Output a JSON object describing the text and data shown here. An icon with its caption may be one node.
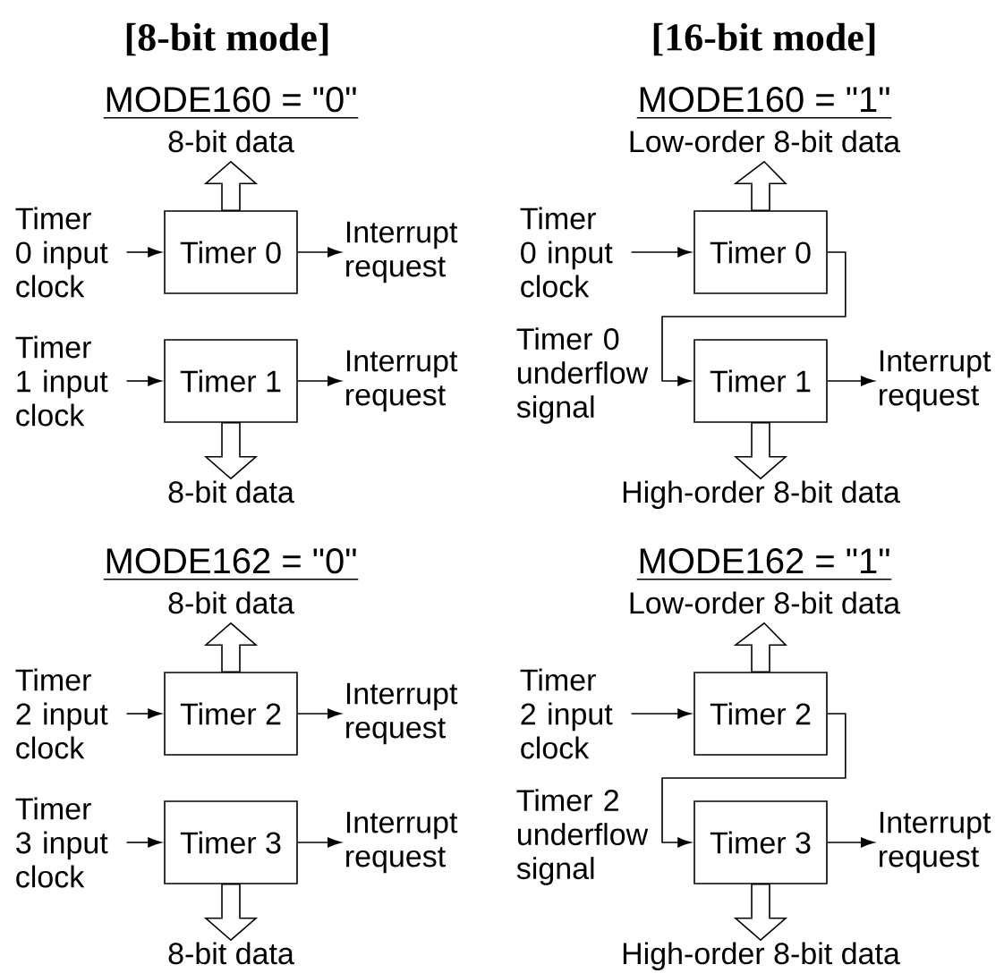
{
  "diagram": {
    "nodes": [
      {
        "text": [
          "8-bit data"
        ]
      },
      {
        "text": [
          "Timer 0 input clock"
        ]
      },
      {
        "text": [
          "Timer 0"
        ]
      },
      {
        "text": [
          "Interrupt request"
        ]
      },
      {
        "text": [
          "Timer 1 input clock"
        ]
      },
      {
        "text": [
          "Timer 1"
        ]
      },
      {
        "text": [
          "Interrupt request"
        ]
      },
      {
        "text": [
          "8-bit data"
        ]
      },
      {
        "text": [
          "Low-order 8-bit data"
        ]
      },
      {
        "text": [
          "Timer 0 input clock"
        ]
      },
      {
        "text": [
          "Timer 0"
        ]
      },
      {
        "text": [
          "Timer 1"
        ]
      },
      {
        "text": [
          "Interrupt request"
        ]
      },
      {
        "text": [
          "High-order 8-bit data"
        ]
      },
      {
        "text": [
          "8-bit data"
        ]
      },
      {
        "text": [
          "Timer 2 input clock"
        ]
      },
      {
        "text": [
          "Timer 2"
        ]
      },
      {
        "text": [
          "Interrupt request"
        ]
      },
      {
        "text": [
          "Timer 3 input clock"
        ]
      },
      {
        "text": [
          "Timer 3"
        ]
      },
      {
        "text": [
          "Interrupt request"
        ]
      },
      {
        "text": [
          "8-bit data"
        ]
      },
      {
        "text": [
          "Low-order 8-bit data"
        ]
      },
      {
        "text": [
          "Timer 2 input clock"
        ]
      },
      {
        "text": [
          "Timer 2"
        ]
      },
      {
        "text": [
          "Timer 3"
        ]
      },
      {
        "text": [
          "Interrupt request"
        ]
      },
      {
        "text": [
          "High-order 8-bit data"
        ]
      }
    ],
    "edges": [
      {
        "from": 2,
        "to": 0,
        "arrow": "to",
        "style": "thick"
      },
      {
        "from": 1,
        "to": 2,
        "arrow": "to"
      },
      {
        "from": 2,
        "to": 3,
        "arrow": "to"
      },
      {
        "from": 4,
        "to": 5,
        "arrow": "to"
      },
      {
        "from": 5,
        "to": 6,
        "arrow": "to"
      },
      {
        "from": 5,
        "to": 7,
        "arrow": "to",
        "style": "thick"
      },
      {
        "from": 10,
        "to": 8,
        "arrow": "to",
        "style": "thick"
      },
      {
        "from": 9,
        "to": 10,
        "arrow": "to"
      },
      {
        "from": 10,
        "to": 11,
        "arrow": "to",
        "label": "Timer 0 underflow signal"
      },
      {
        "from": 11,
        "to": 12,
        "arrow": "to"
      },
      {
        "from": 11,
        "to": 13,
        "arrow": "to",
        "style": "thick"
      },
      {
        "from": 16,
        "to": 14,
        "arrow": "to",
        "style": "thick"
      },
      {
        "from": 15,
        "to": 16,
        "arrow": "to"
      },
      {
        "from": 16,
        "to": 17,
        "arrow": "to"
      },
      {
        "from": 18,
        "to": 19,
        "arrow": "to"
      },
      {
        "from": 19,
        "to": 20,
        "arrow": "to"
      },
      {
        "from": 19,
        "to": 21,
        "arrow": "to",
        "style": "thick"
      },
      {
        "from": 24,
        "to": 22,
        "arrow": "to",
        "style": "thick"
      },
      {
        "from": 23,
        "to": 24,
        "arrow": "to"
      },
      {
        "from": 24,
        "to": 25,
        "arrow": "to",
        "label": "Timer 2 underflow signal"
      },
      {
        "from": 25,
        "to": 26,
        "arrow": "to"
      },
      {
        "from": 25,
        "to": 27,
        "arrow": "to",
        "style": "thick"
      }
    ],
    "labels": [
      "[8-bit mode]",
      "[16-bit mode]",
      "MODE160 = \"0\"",
      "MODE160 = \"1\"",
      "MODE162 = \"0\"",
      "MODE162 = \"1\""
    ]
  }
}
